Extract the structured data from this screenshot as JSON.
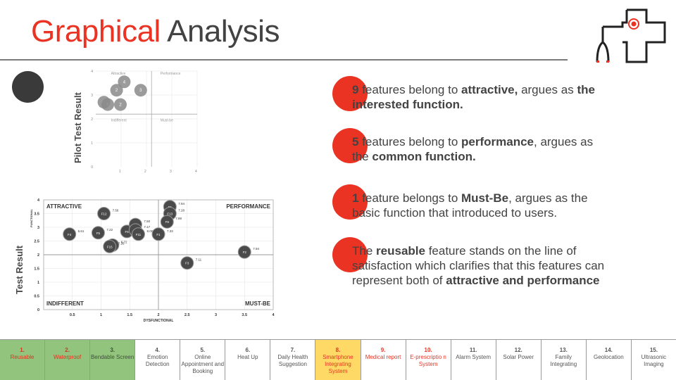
{
  "title": {
    "accent": "Graphical",
    "rest": " Analysis"
  },
  "pilot_chart": {
    "ylabel": "Pilot Test Result",
    "quadrants": [
      "Attractive",
      "Performance",
      "Indifferent",
      "Must-be"
    ],
    "y_ticks": [
      "4",
      "3",
      "2",
      "1",
      "0"
    ],
    "x_ticks": [
      "1",
      "2",
      "3",
      "4"
    ],
    "points": [
      {
        "label": "4",
        "x": 0.9,
        "y": 3.55
      },
      {
        "label": "2",
        "x": 0.6,
        "y": 3.2
      },
      {
        "label": "3",
        "x": 1.55,
        "y": 3.2
      },
      {
        "label": "5",
        "x": 0.25,
        "y": 2.6
      },
      {
        "label": "2",
        "x": 0.75,
        "y": 2.6
      },
      {
        "label": "",
        "x": 0.1,
        "y": 2.7
      }
    ]
  },
  "main_chart": {
    "ylabel": "Test Result",
    "xlabel": "DYSFUNCTIONAL",
    "yaxis_small": "FUNCTIONAL",
    "quadrants": {
      "tl": "ATTRACTIVE",
      "tr": "PERFORMANCE",
      "bl": "INDIFFERENT",
      "br": "MUST-BE"
    },
    "y_ticks": [
      "0",
      "0.5",
      "1",
      "1.5",
      "2",
      "2.5",
      "3",
      "3.5",
      "4"
    ],
    "x_ticks": [
      "0",
      "0.5",
      "1",
      "1.5",
      "2",
      "2.5",
      "3",
      "3.5",
      "4"
    ],
    "points": [
      {
        "label": "F4",
        "x": 0.45,
        "y": 2.75,
        "note": "6.61"
      },
      {
        "label": "F5",
        "x": 0.95,
        "y": 2.8,
        "note": "7.22"
      },
      {
        "label": "F12",
        "x": 1.05,
        "y": 3.5,
        "note": "7.56"
      },
      {
        "label": "F10",
        "x": 1.2,
        "y": 2.35,
        "note": "6.72"
      },
      {
        "label": "F15",
        "x": 1.15,
        "y": 2.3,
        "note": "7.26"
      },
      {
        "label": "F6",
        "x": 1.45,
        "y": 2.85,
        "note": "7.11"
      },
      {
        "label": "F7",
        "x": 1.6,
        "y": 3.1,
        "note": "7.50"
      },
      {
        "label": "F8",
        "x": 1.6,
        "y": 2.9,
        "note": "7.17"
      },
      {
        "label": "F11",
        "x": 1.65,
        "y": 2.75,
        "note": "8.06"
      },
      {
        "label": "F1",
        "x": 2.0,
        "y": 2.75,
        "note": "7.33"
      },
      {
        "label": "F5",
        "x": 2.2,
        "y": 3.75,
        "note": "7.94"
      },
      {
        "label": "F13",
        "x": 2.2,
        "y": 3.5,
        "note": "7.28"
      },
      {
        "label": "F9",
        "x": 2.15,
        "y": 3.2,
        "note": "7.89"
      },
      {
        "label": "F3",
        "x": 2.5,
        "y": 1.7,
        "note": "7.11"
      },
      {
        "label": "F2",
        "x": 3.5,
        "y": 2.1,
        "note": "7.94"
      }
    ]
  },
  "bullets": [
    {
      "num": "9",
      "pre": " features belong to ",
      "bold": "attractive,",
      "post": " argues as ",
      "bold2": "the interested function.",
      "post2": ""
    },
    {
      "num": "5",
      "pre": " features belong to ",
      "bold": "performance",
      "post": ", argues as the ",
      "bold2": "common function.",
      "post2": ""
    },
    {
      "num": "1",
      "pre": " feature belongs to ",
      "bold": "Must-Be",
      "post": ", argues as the basic function that introduced to users.",
      "bold2": "",
      "post2": ""
    },
    {
      "num": "",
      "pre": "The ",
      "bold": "reusable",
      "post": " feature stands on the line of satisfaction which clarifies that this features can represent both of ",
      "bold2": "attractive and performance",
      "post2": ""
    }
  ],
  "features": [
    {
      "num": "1.",
      "name": "Reusable"
    },
    {
      "num": "2.",
      "name": "Waterproof"
    },
    {
      "num": "3.",
      "name": "Bendable Screen"
    },
    {
      "num": "4.",
      "name": "Emotion Detection"
    },
    {
      "num": "5.",
      "name": "Online Appointment and Booking"
    },
    {
      "num": "6.",
      "name": "Heat Up"
    },
    {
      "num": "7.",
      "name": "Daily Health Suggestion"
    },
    {
      "num": "8.",
      "name": "Smartphone Integrating System"
    },
    {
      "num": "9.",
      "name": "Medical report"
    },
    {
      "num": "10.",
      "name": "E-prescriptio n System"
    },
    {
      "num": "11.",
      "name": "Alarm System"
    },
    {
      "num": "12.",
      "name": "Solar Power"
    },
    {
      "num": "13.",
      "name": "Family Integrating"
    },
    {
      "num": "14.",
      "name": "Geolocation"
    },
    {
      "num": "15.",
      "name": "Ultrasonic Imaging"
    }
  ],
  "colors": {
    "accent": "#ea3323",
    "green": "#93c47d",
    "yellow": "#ffd966",
    "text": "#434343"
  }
}
